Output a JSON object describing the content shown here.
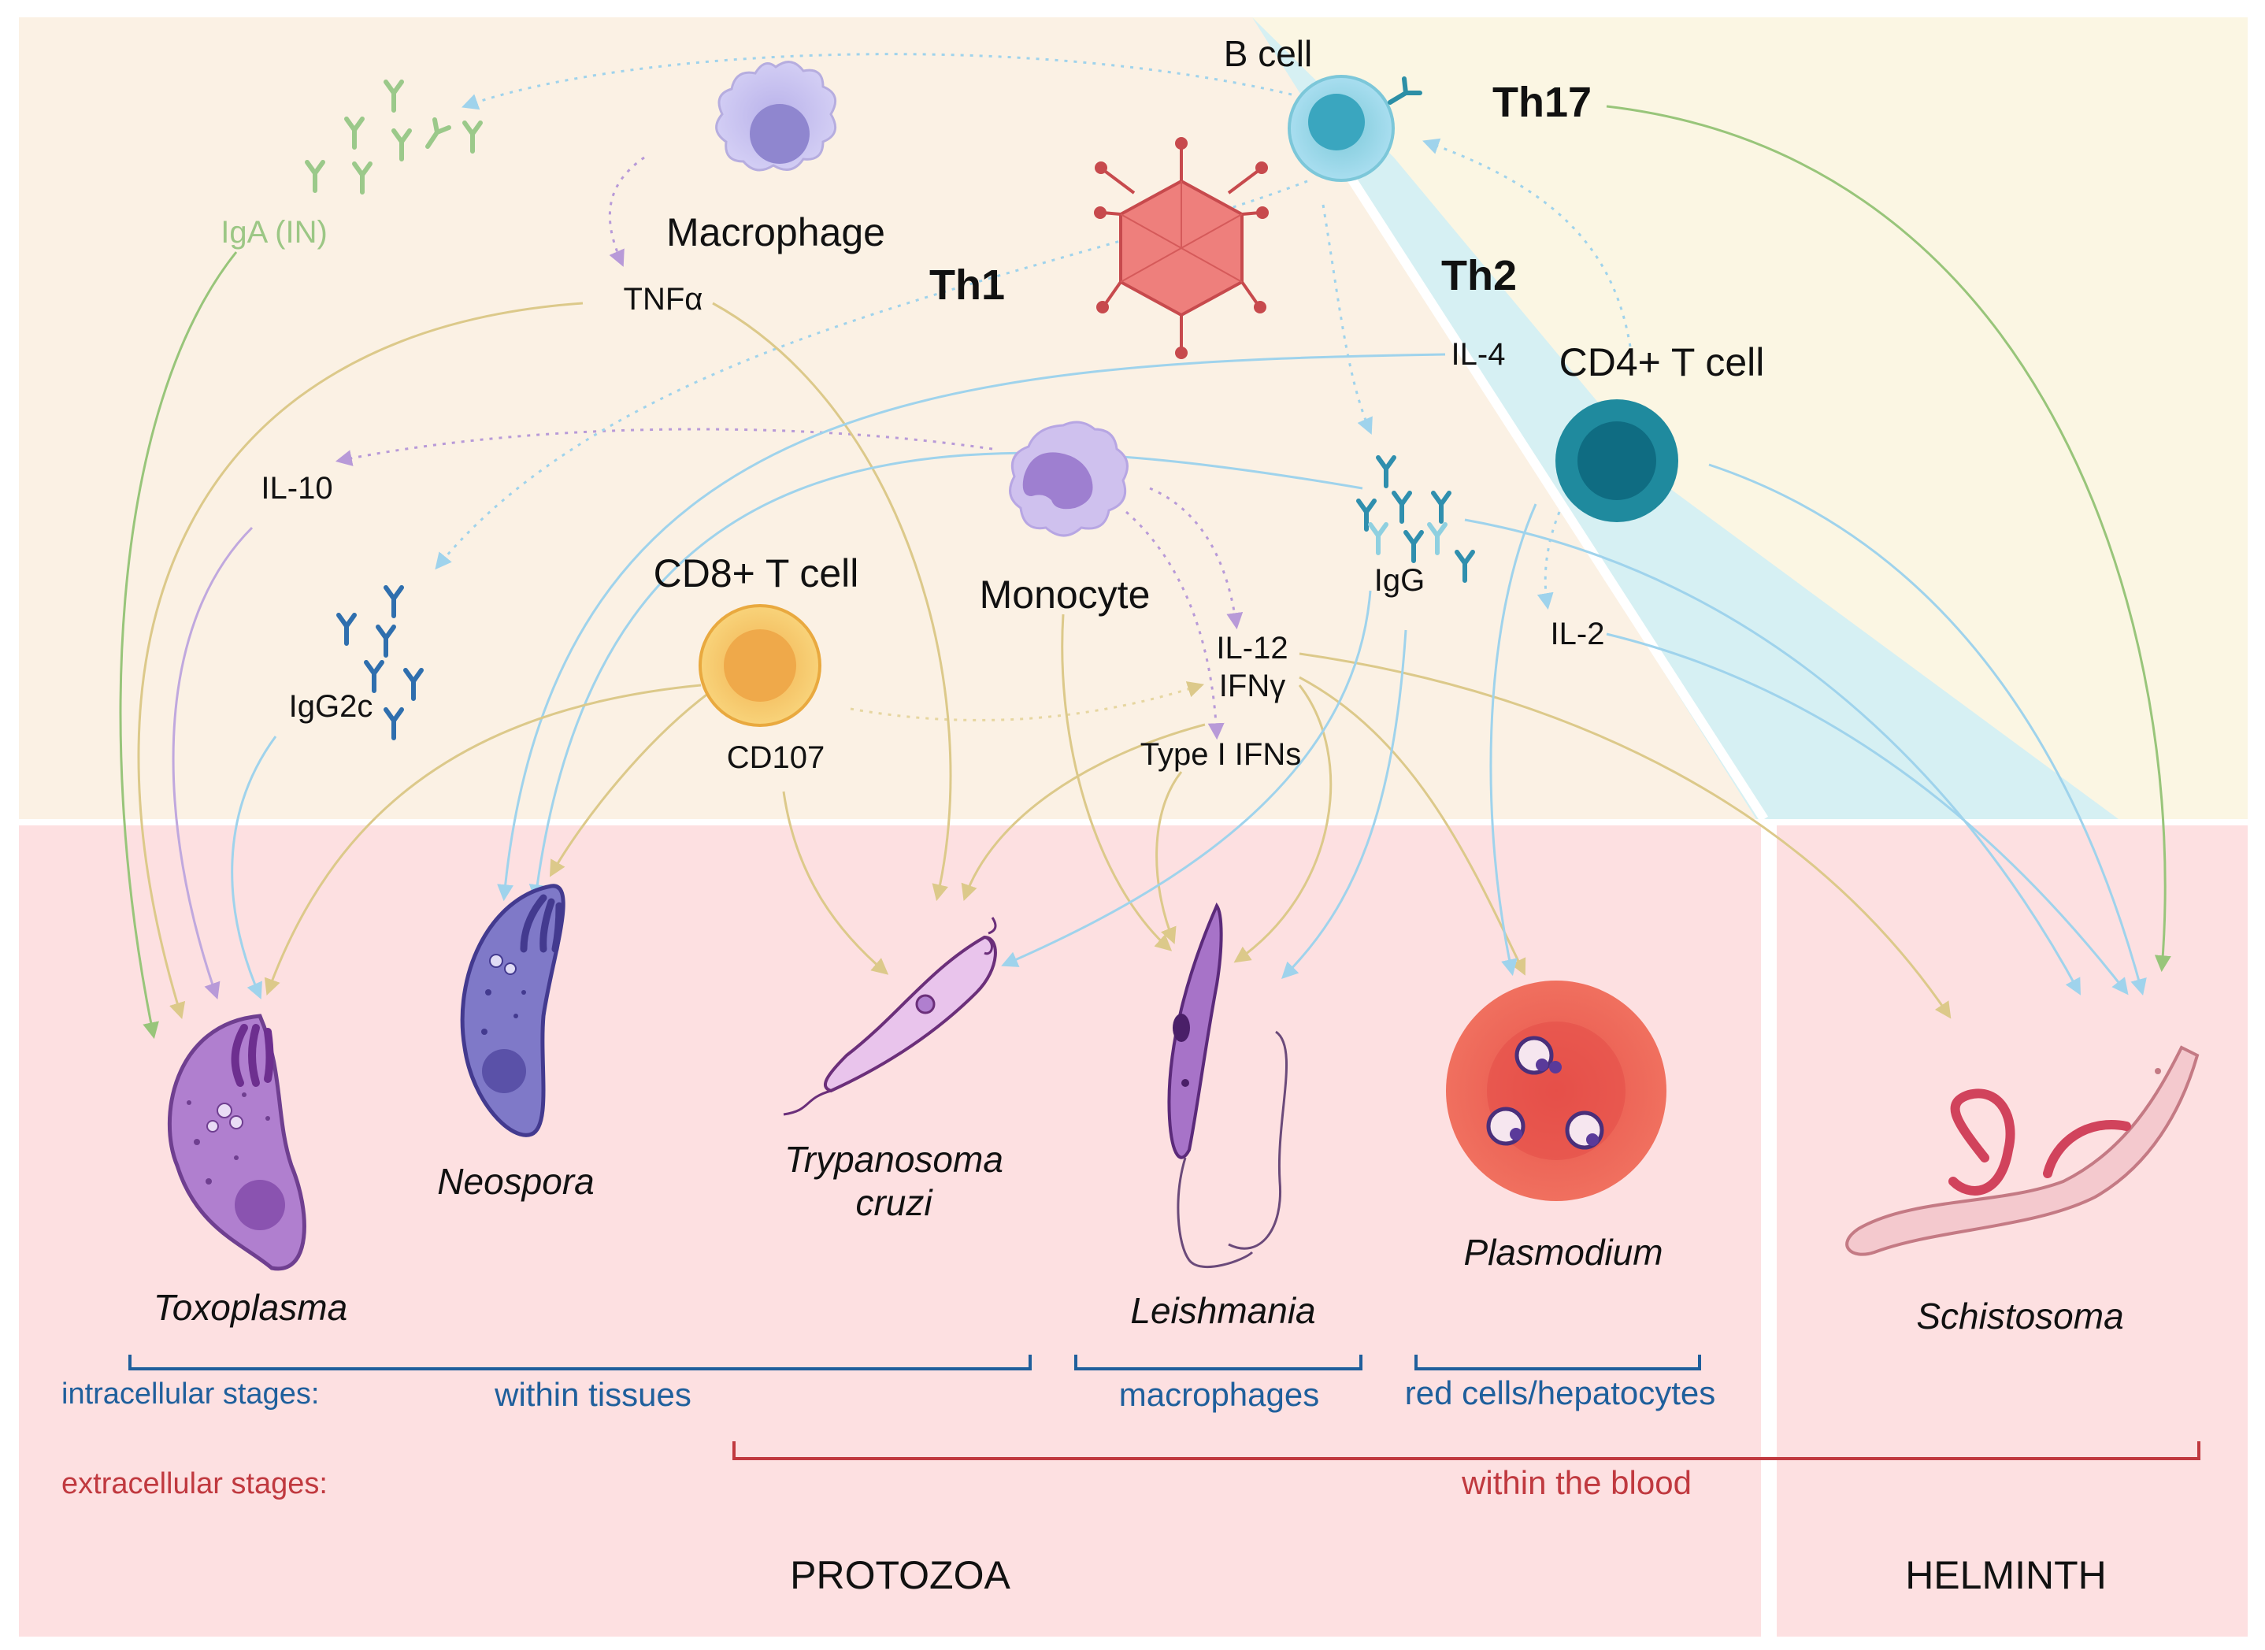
{
  "cells": {
    "b_cell": "B cell",
    "macrophage": "Macrophage",
    "monocyte": "Monocyte",
    "cd8": "CD8+ T cell",
    "cd4": "CD4+ T cell"
  },
  "responses": {
    "th1": "Th1",
    "th2": "Th2",
    "th17": "Th17"
  },
  "molecules": {
    "iga": "IgA (IN)",
    "tnfa": "TNFα",
    "il10": "IL-10",
    "igg2c": "IgG2c",
    "il4": "IL-4",
    "igg": "IgG",
    "il12": "IL-12",
    "ifng": "IFNγ",
    "type1": "Type I IFNs",
    "cd107": "CD107",
    "il2": "IL-2"
  },
  "parasites": {
    "toxoplasma": "Toxoplasma",
    "neospora": "Neospora",
    "trypanosoma_1": "Trypanosoma",
    "trypanosoma_2": "cruzi",
    "leishmania": "Leishmania",
    "plasmodium": "Plasmodium",
    "schistosoma": "Schistosoma"
  },
  "stages": {
    "intracellular": "intracellular stages:",
    "within_tissues": "within tissues",
    "macrophages": "macrophages",
    "red_cells": "red cells/hepatocytes",
    "extracellular": "extracellular stages:",
    "within_blood": "within the blood"
  },
  "groups": {
    "protozoa": "PROTOZOA",
    "helminth": "HELMINTH"
  },
  "colors": {
    "top_bg": "#fbf1e4",
    "th17_bg": "#fbf6e3",
    "th2_band": "#cfeef6",
    "bottom_bg": "#fde0e1",
    "blue_arrow": "#9fd3ec",
    "green_arrow": "#a8cf8a",
    "tan_arrow": "#e6d6a0",
    "purple_arrow": "#c0a8de",
    "intracellular_blue": "#1f5f9c",
    "extracellular_red": "#c0393f"
  }
}
